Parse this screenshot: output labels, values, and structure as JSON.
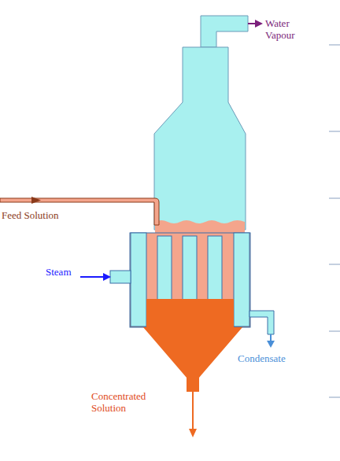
{
  "diagram": {
    "labels": [
      "Water Vapour",
      "Feed Solution",
      "Steam",
      "Condensate",
      "Concentrated Solution"
    ]
  }
}
